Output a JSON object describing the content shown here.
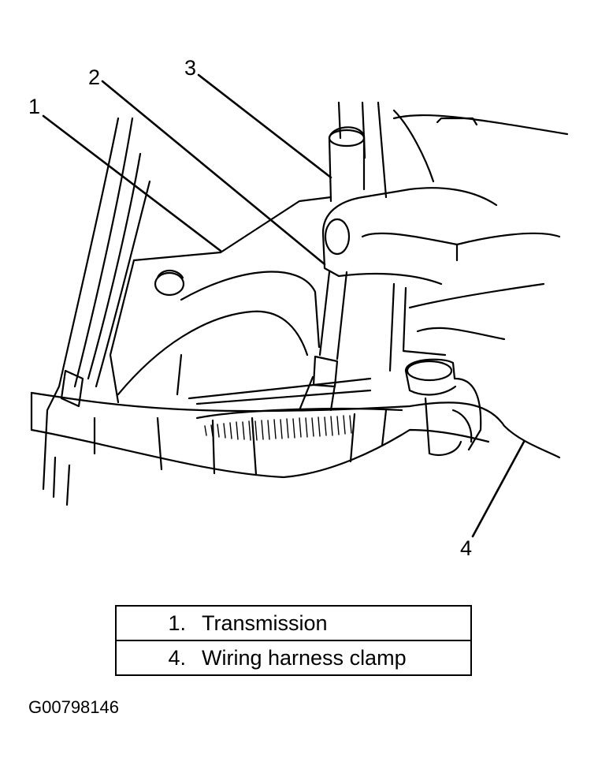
{
  "callouts": {
    "c1": "1",
    "c2": "2",
    "c3": "3",
    "c4": "4"
  },
  "legend": [
    {
      "number": "1.",
      "text": "Transmission"
    },
    {
      "number": "4.",
      "text": "Wiring harness clamp"
    }
  ],
  "figure_id": "G00798146",
  "colors": {
    "ink": "#000000",
    "paper": "#ffffff"
  }
}
